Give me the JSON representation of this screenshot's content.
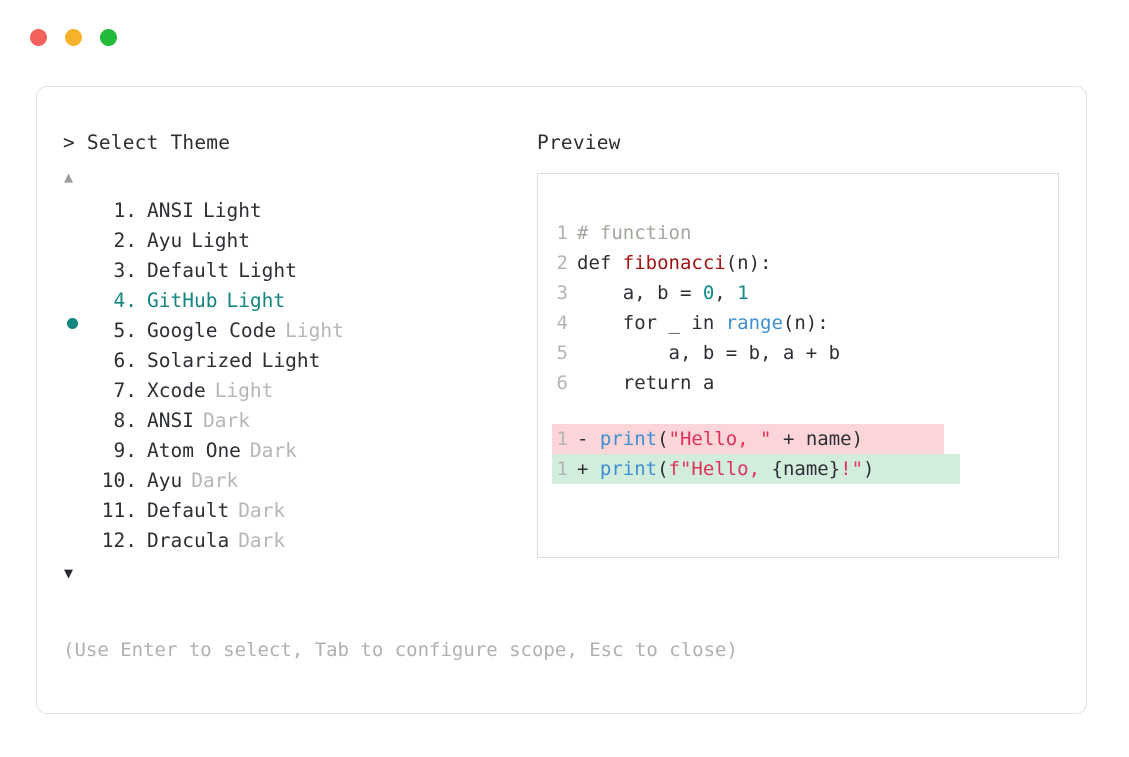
{
  "window": {
    "traffic_lights": [
      {
        "name": "close",
        "color": "#f4605c"
      },
      {
        "name": "minimize",
        "color": "#f5b32b"
      },
      {
        "name": "maximize",
        "color": "#22bb3c"
      }
    ]
  },
  "left": {
    "prompt": "> Select Theme",
    "scroll_up_icon": "▲",
    "scroll_down_icon": "▼",
    "selected_index": 4,
    "items": [
      {
        "index": "1.",
        "name": "ANSI",
        "suffix": "Light",
        "suffix_muted": false,
        "selected": false
      },
      {
        "index": "2.",
        "name": "Ayu",
        "suffix": "Light",
        "suffix_muted": false,
        "selected": false
      },
      {
        "index": "3.",
        "name": "Default",
        "suffix": "Light",
        "suffix_muted": false,
        "selected": false
      },
      {
        "index": "4.",
        "name": "GitHub",
        "suffix": "Light",
        "suffix_muted": false,
        "selected": true
      },
      {
        "index": "5.",
        "name": "Google Code",
        "suffix": "Light",
        "suffix_muted": true,
        "selected": false
      },
      {
        "index": "6.",
        "name": "Solarized",
        "suffix": "Light",
        "suffix_muted": false,
        "selected": false
      },
      {
        "index": "7.",
        "name": "Xcode",
        "suffix": "Light",
        "suffix_muted": true,
        "selected": false
      },
      {
        "index": "8.",
        "name": "ANSI",
        "suffix": "Dark",
        "suffix_muted": true,
        "selected": false
      },
      {
        "index": "9.",
        "name": "Atom One",
        "suffix": "Dark",
        "suffix_muted": true,
        "selected": false
      },
      {
        "index": "10.",
        "name": "Ayu",
        "suffix": "Dark",
        "suffix_muted": true,
        "selected": false
      },
      {
        "index": "11.",
        "name": "Default",
        "suffix": "Dark",
        "suffix_muted": true,
        "selected": false
      },
      {
        "index": "12.",
        "name": "Dracula",
        "suffix": "Dark",
        "suffix_muted": true,
        "selected": false
      }
    ]
  },
  "right": {
    "title": "Preview",
    "code_lines": [
      {
        "no": "1",
        "tokens": [
          {
            "t": "# function",
            "c": "comment"
          }
        ]
      },
      {
        "no": "2",
        "tokens": [
          {
            "t": "def ",
            "c": "kw"
          },
          {
            "t": "fibonacci",
            "c": "fn"
          },
          {
            "t": "(n):",
            "c": "plain"
          }
        ]
      },
      {
        "no": "3",
        "tokens": [
          {
            "t": "    a, b = ",
            "c": "plain"
          },
          {
            "t": "0",
            "c": "num"
          },
          {
            "t": ", ",
            "c": "plain"
          },
          {
            "t": "1",
            "c": "num"
          }
        ]
      },
      {
        "no": "4",
        "tokens": [
          {
            "t": "    for _ in ",
            "c": "plain"
          },
          {
            "t": "range",
            "c": "builtin"
          },
          {
            "t": "(n):",
            "c": "plain"
          }
        ]
      },
      {
        "no": "5",
        "tokens": [
          {
            "t": "        a, b = b, a + b",
            "c": "plain"
          }
        ]
      },
      {
        "no": "6",
        "tokens": [
          {
            "t": "    return a",
            "c": "plain"
          }
        ]
      }
    ],
    "diff_lines": [
      {
        "no": "1",
        "kind": "removed",
        "tokens": [
          {
            "t": "- ",
            "c": "marker"
          },
          {
            "t": "print",
            "c": "builtin"
          },
          {
            "t": "(",
            "c": "plain"
          },
          {
            "t": "\"Hello, \"",
            "c": "str"
          },
          {
            "t": " + name)",
            "c": "plain"
          }
        ]
      },
      {
        "no": "1",
        "kind": "added",
        "tokens": [
          {
            "t": "+ ",
            "c": "marker"
          },
          {
            "t": "print",
            "c": "builtin"
          },
          {
            "t": "(",
            "c": "plain"
          },
          {
            "t": "f\"Hello, ",
            "c": "str"
          },
          {
            "t": "{name}",
            "c": "plain"
          },
          {
            "t": "!\"",
            "c": "str"
          },
          {
            "t": ")",
            "c": "plain"
          }
        ]
      }
    ]
  },
  "hint": "(Use Enter to select, Tab to configure scope, Esc to close)",
  "colors": {
    "accent_teal": "#15857f",
    "diff_removed_bg": "#fbd5d8",
    "diff_added_bg": "#d3eddd",
    "muted_text": "#b6b6b6",
    "body_text": "#2c2f33",
    "border": "#e2e2e2"
  }
}
